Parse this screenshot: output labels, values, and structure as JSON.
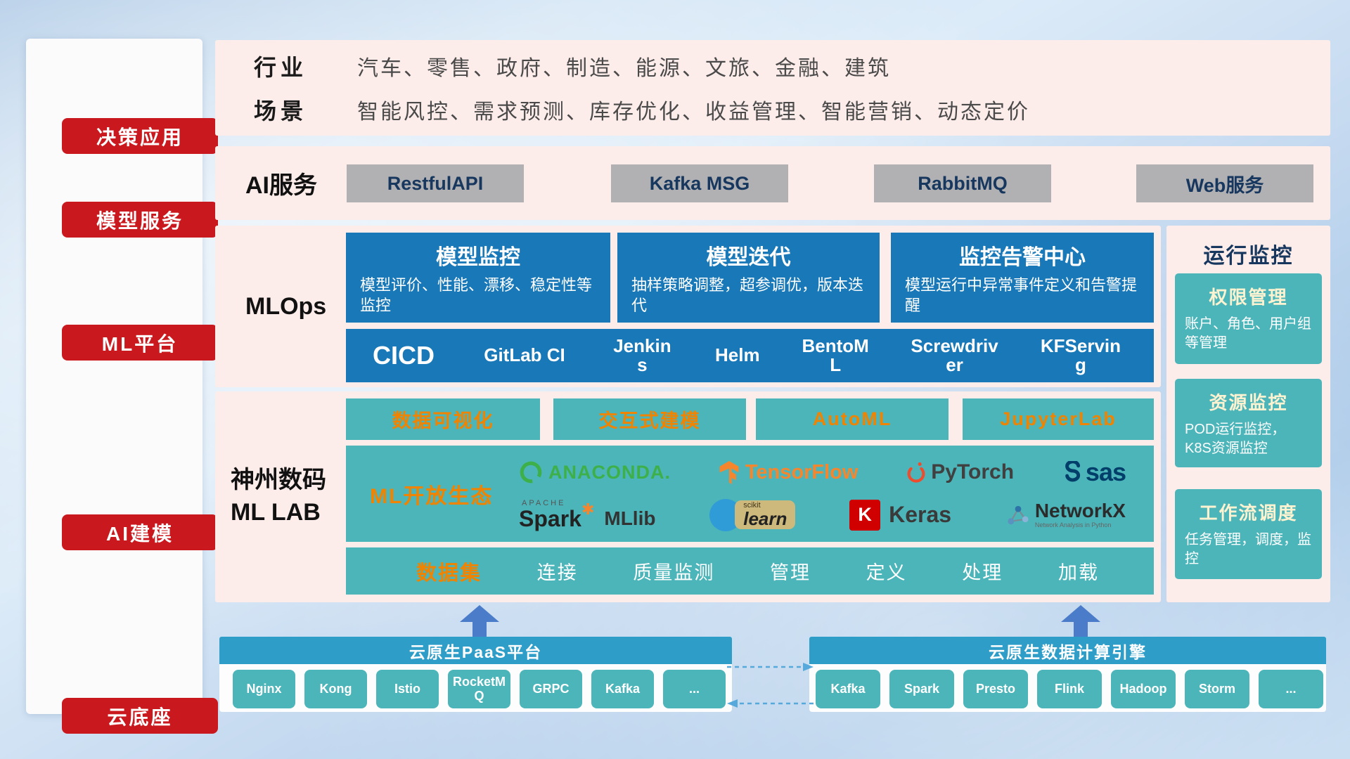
{
  "sidebar": {
    "items": [
      {
        "label": "决策应用"
      },
      {
        "label": "模型服务"
      },
      {
        "label": "ML平台"
      },
      {
        "label": "AI建模"
      },
      {
        "label": "云底座"
      }
    ]
  },
  "top_panel": {
    "industry_label": "行业",
    "industry_value": "汽车、零售、政府、制造、能源、文旅、金融、建筑",
    "scene_label": "场景",
    "scene_value": "智能风控、需求预测、库存优化、收益管理、智能营销、动态定价"
  },
  "ai_services": {
    "label": "AI服务",
    "items": [
      "RestfulAPI",
      "Kafka MSG",
      "RabbitMQ",
      "Web服务"
    ]
  },
  "mlops": {
    "label": "MLOps",
    "cards": [
      {
        "title": "模型监控",
        "desc": "模型评价、性能、漂移、稳定性等监控"
      },
      {
        "title": "模型迭代",
        "desc": "抽样策略调整，超参调优，版本迭代"
      },
      {
        "title": "监控告警中心",
        "desc": "模型运行中异常事件定义和告警提醒"
      }
    ],
    "cicd_label": "CICD",
    "cicd_tools": [
      "GitLab CI",
      "Jenkins",
      "Helm",
      "BentoML",
      "Screwdriver",
      "KFServing"
    ]
  },
  "mllab": {
    "label_line1": "神州数码",
    "label_line2": "ML LAB",
    "tools": [
      "数据可视化",
      "交互式建模",
      "AutoML",
      "JupyterLab"
    ],
    "ecosystem_label": "ML开放生态",
    "logos": {
      "anaconda": "ANACONDA.",
      "tensorflow": "TensorFlow",
      "pytorch": "PyTorch",
      "sas": "sas",
      "spark_super": "APACHE",
      "spark": "Spark",
      "spark_star": "✱",
      "mllib": "MLlib",
      "scikit_super": "scikit",
      "scikit": "learn",
      "keras_letter": "K",
      "keras": "Keras",
      "networkx": "NetworkX",
      "networkx_sub": "Network Analysis in Python"
    },
    "dataset_label": "数据集",
    "dataset_items": [
      "连接",
      "质量监测",
      "管理",
      "定义",
      "处理",
      "加载"
    ]
  },
  "monitoring": {
    "title": "运行监控",
    "cards": [
      {
        "title": "权限管理",
        "desc": "账户、角色、用户组等管理"
      },
      {
        "title": "资源监控",
        "desc": "POD运行监控，K8S资源监控"
      },
      {
        "title": "工作流调度",
        "desc": "任务管理，调度，监控"
      }
    ]
  },
  "cloud_base": {
    "paas_title": "云原生PaaS平台",
    "paas_items": [
      "Nginx",
      "Kong",
      "Istio",
      "RocketMQ",
      "GRPC",
      "Kafka",
      "..."
    ],
    "engine_title": "云原生数据计算引擎",
    "engine_items": [
      "Kafka",
      "Spark",
      "Presto",
      "Flink",
      "Hadoop",
      "Storm",
      "..."
    ]
  },
  "colors": {
    "sidebar_red": "#c9191e",
    "panel_pink": "#fdedea",
    "card_blue": "#1878b8",
    "teal": "#4cb5b9",
    "accent_orange": "#f08300",
    "bar_blue": "#2e9dc8",
    "navy_text": "#17375e",
    "gray_button": "#b1b1b3"
  }
}
